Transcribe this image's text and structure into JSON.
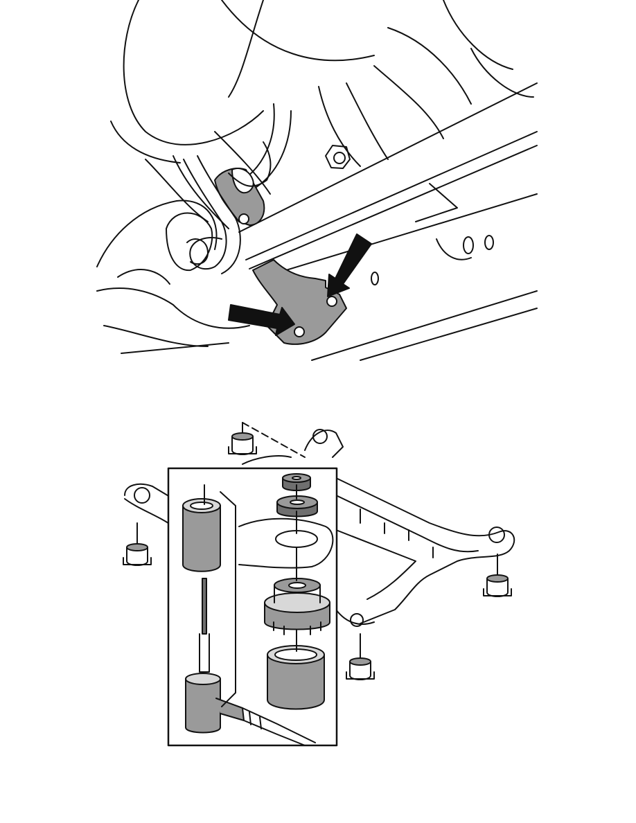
{
  "page": {
    "background": "#ffffff",
    "line_color": "#111111",
    "part_fill": "#9a9a9a",
    "part_fill_dark": "#6f6f6f",
    "part_fill_light": "#d8d8d8"
  },
  "figures": [
    {
      "name": "rear-suspension-bracket-detail",
      "callouts": [
        {
          "icon": "arrow-icon",
          "direction": "pointing-right-down"
        },
        {
          "icon": "arrow-icon",
          "direction": "pointing-left-down"
        }
      ]
    },
    {
      "name": "subframe-bushing-replacement",
      "bushing_count": 4,
      "inset": "bushing-press-tool-set"
    }
  ]
}
